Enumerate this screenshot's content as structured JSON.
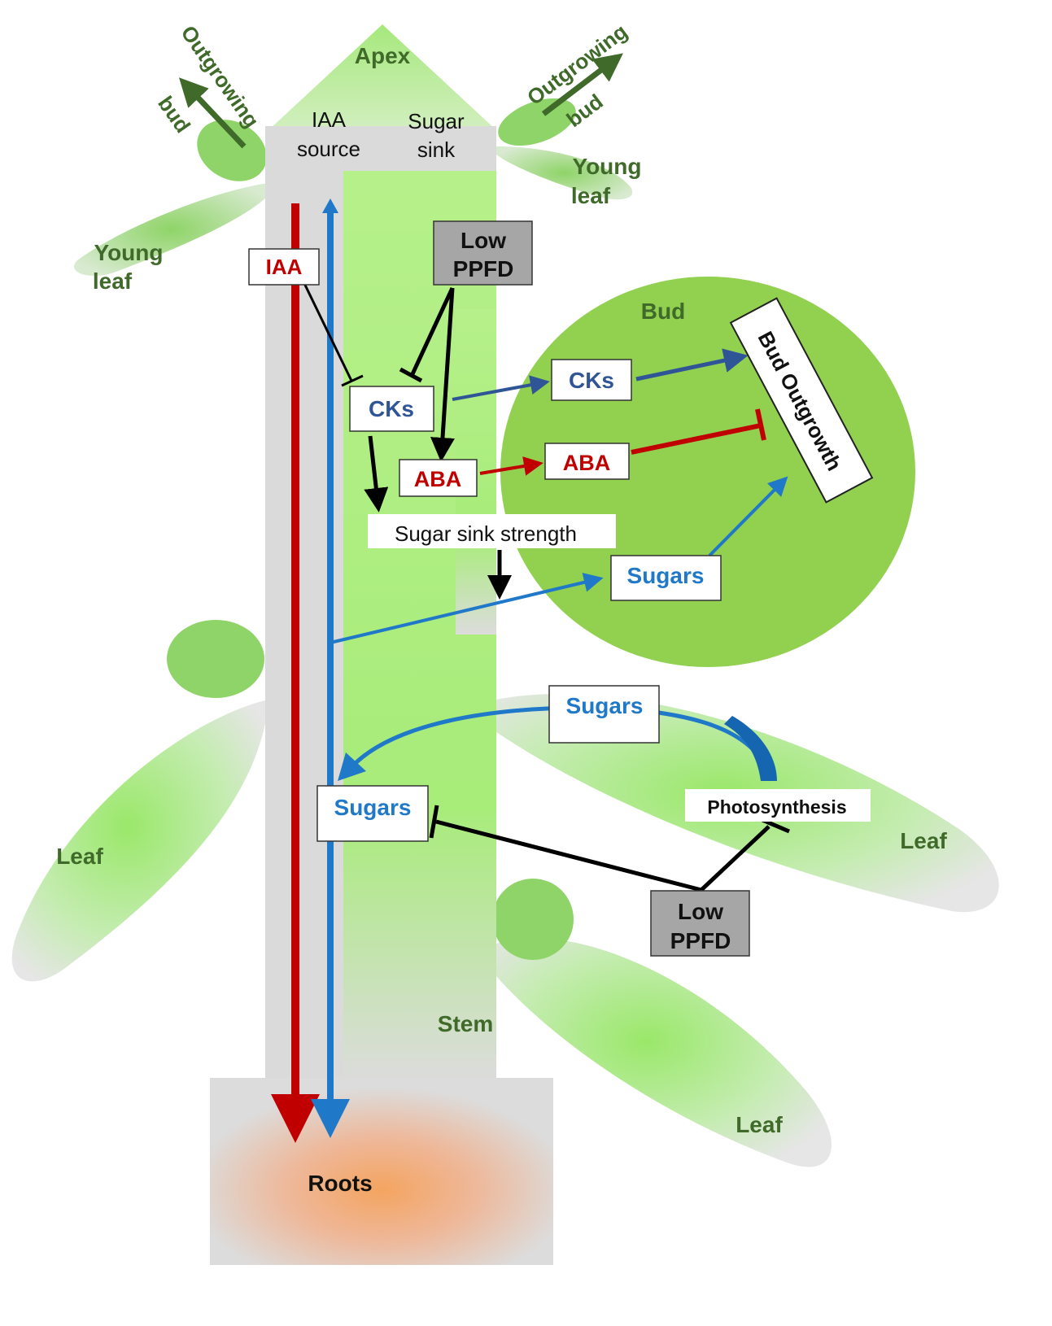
{
  "labels": {
    "apex": "Apex",
    "iaa_source_1": "IAA",
    "iaa_source_2": "source",
    "sugar_sink_1": "Sugar",
    "sugar_sink_2": "sink",
    "outgrowing_bud_left_1": "Outgrowing",
    "outgrowing_bud_left_2": "bud",
    "outgrowing_bud_right_1": "Outgrowing",
    "outgrowing_bud_right_2": "bud",
    "young_leaf_left_1": "Young",
    "young_leaf_left_2": "leaf",
    "young_leaf_right_1": "Young",
    "young_leaf_right_2": "leaf",
    "bud": "Bud",
    "leaf_left": "Leaf",
    "leaf_right": "Leaf",
    "leaf_bottom": "Leaf",
    "stem": "Stem",
    "roots": "Roots"
  },
  "boxes": {
    "iaa": "IAA",
    "low_ppfd_top_1": "Low",
    "low_ppfd_top_2": "PPFD",
    "cks_stem": "CKs",
    "cks_bud": "CKs",
    "aba_stem": "ABA",
    "aba_bud": "ABA",
    "bud_outgrowth": "Bud Outgrowth",
    "sugar_sink_strength": "Sugar sink strength",
    "sugars_bud": "Sugars",
    "sugars_leaf": "Sugars",
    "sugars_stem": "Sugars",
    "photosynthesis": "Photosynthesis",
    "low_ppfd_bottom_1": "Low",
    "low_ppfd_bottom_2": "PPFD"
  },
  "colors": {
    "iaa_red": "#c00000",
    "sugar_blue": "#1f78c8",
    "cks_blue": "#2f5597",
    "leaf_green": "#3f6a2a",
    "bud_green": "#92d050",
    "stem_grey": "#d9d9d9",
    "low_ppfd_grey": "#a6a6a6"
  }
}
